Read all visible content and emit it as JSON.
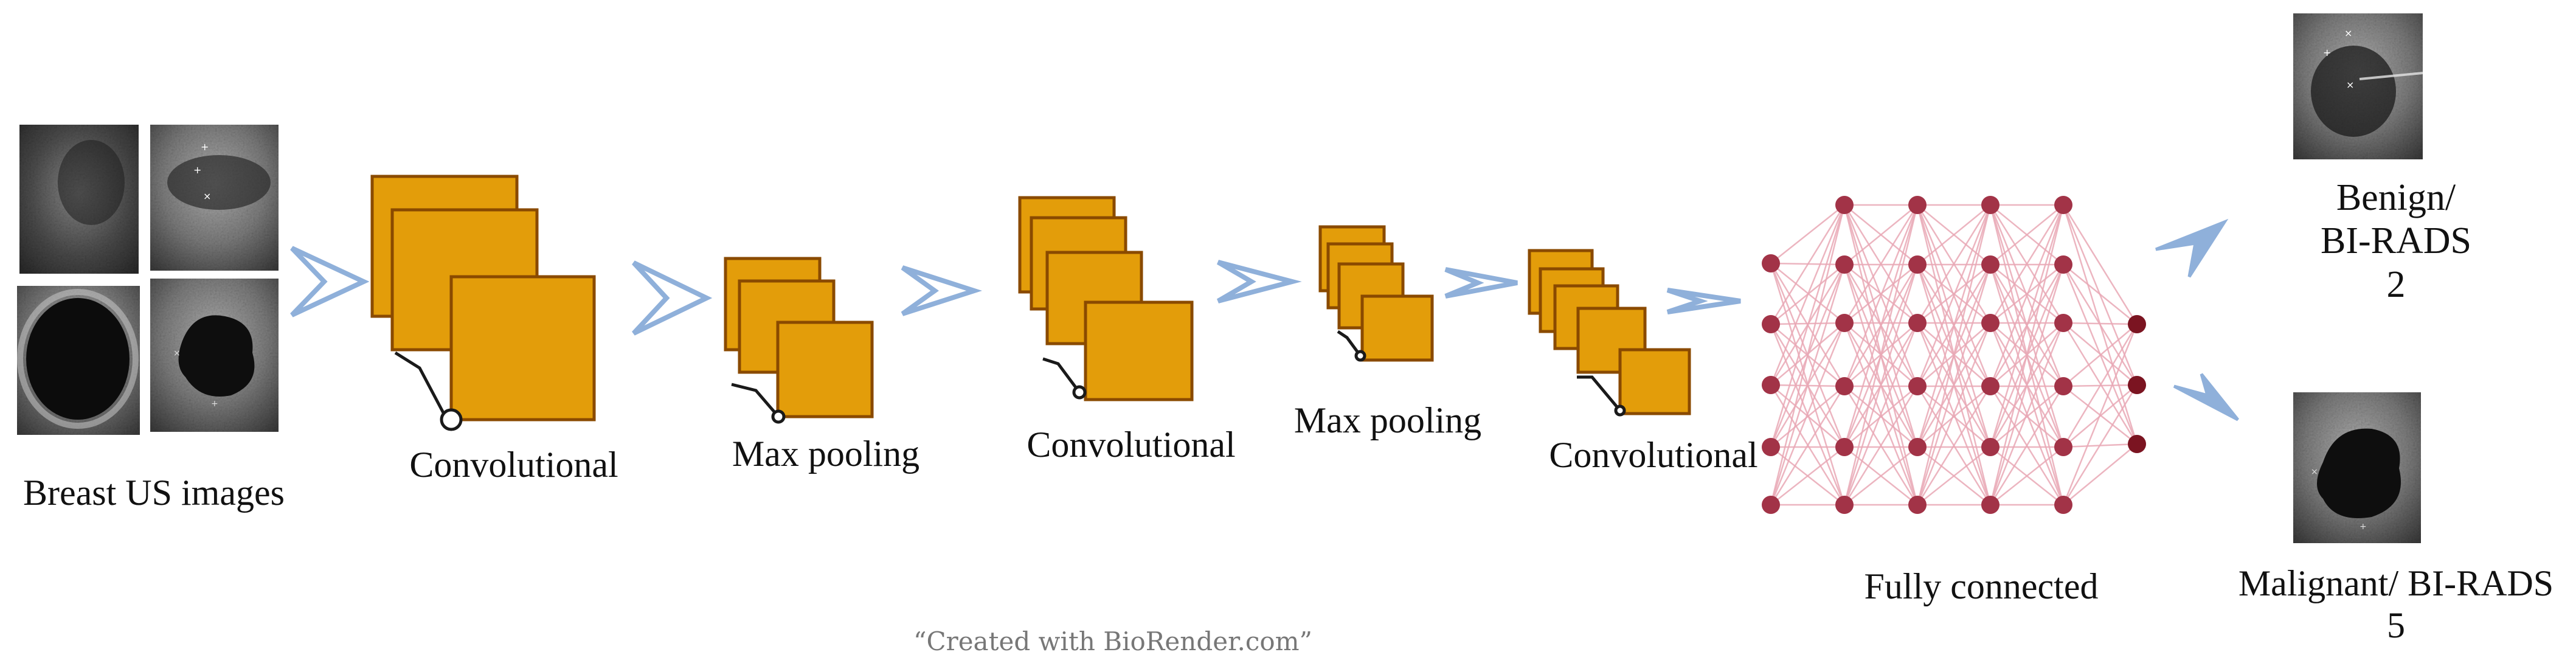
{
  "input": {
    "label": "Breast US images"
  },
  "layers": [
    {
      "name": "conv1",
      "label": "Convolutional"
    },
    {
      "name": "pool1",
      "label": "Max pooling"
    },
    {
      "name": "conv2",
      "label": "Convolutional"
    },
    {
      "name": "pool2",
      "label": "Max pooling"
    },
    {
      "name": "conv3",
      "label": "Convolutional"
    }
  ],
  "fully_connected": {
    "label": "Fully connected"
  },
  "outputs": [
    {
      "line1": "Benign/",
      "line2": "BI-RADS",
      "line3": "2"
    },
    {
      "line1": "Malignant/ BI-RADS",
      "line2": "5"
    }
  ],
  "credit": "“Created with BioRender.com”",
  "colors": {
    "feature_map_fill": "#E39D0A",
    "feature_map_stroke": "#8A4A00",
    "arrow": "#8FB0DA",
    "node": "#A23347",
    "node_output": "#7B1421",
    "edge": "#E9A9B6",
    "us_dark": "#151515",
    "us_light": "#9A9A9A"
  }
}
